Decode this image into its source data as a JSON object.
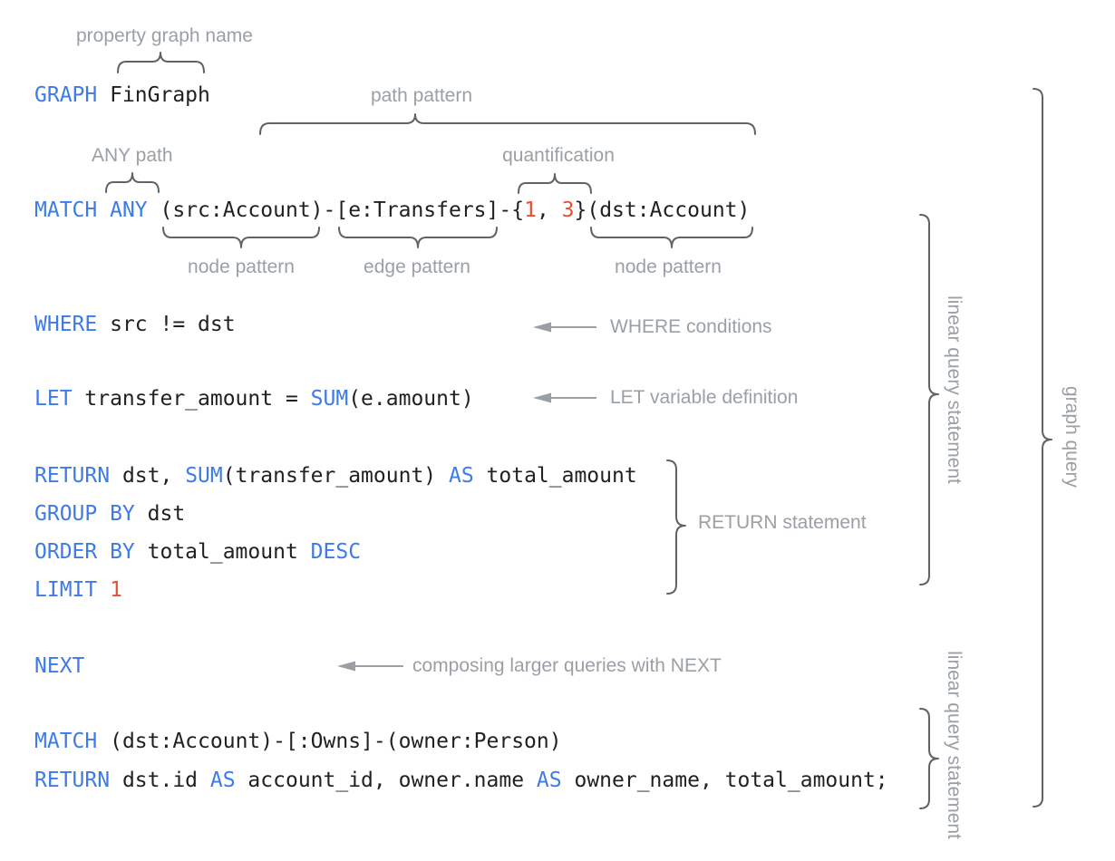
{
  "palette": {
    "keyword": "#3C7BE8",
    "code": "#202124",
    "number": "#E94F35",
    "label": "#9AA0A6",
    "brace": "#5F6368",
    "arrow": "#9AA0A6",
    "background": "#FFFFFF"
  },
  "code": {
    "graph_clause": [
      {
        "t": "GRAPH",
        "c": "kw"
      },
      {
        "t": " FinGraph",
        "c": "plain"
      }
    ],
    "match_path": [
      {
        "t": "MATCH",
        "c": "kw"
      },
      {
        "t": " ",
        "c": "plain"
      },
      {
        "t": "ANY",
        "c": "kw"
      },
      {
        "t": " (src:Account)-[e:Transfers]-{",
        "c": "plain"
      },
      {
        "t": "1",
        "c": "num"
      },
      {
        "t": ", ",
        "c": "plain"
      },
      {
        "t": "3",
        "c": "num"
      },
      {
        "t": "}(dst:Account)",
        "c": "plain"
      }
    ],
    "where": [
      {
        "t": "WHERE",
        "c": "kw"
      },
      {
        "t": " src != dst",
        "c": "plain"
      }
    ],
    "let": [
      {
        "t": "LET",
        "c": "kw"
      },
      {
        "t": " transfer_amount = ",
        "c": "plain"
      },
      {
        "t": "SUM",
        "c": "kw"
      },
      {
        "t": "(e.amount)",
        "c": "plain"
      }
    ],
    "return_agg": [
      {
        "t": "RETURN",
        "c": "kw"
      },
      {
        "t": " dst, ",
        "c": "plain"
      },
      {
        "t": "SUM",
        "c": "kw"
      },
      {
        "t": "(transfer_amount) ",
        "c": "plain"
      },
      {
        "t": "AS",
        "c": "kw"
      },
      {
        "t": " total_amount",
        "c": "plain"
      }
    ],
    "group_by": [
      {
        "t": "GROUP BY",
        "c": "kw"
      },
      {
        "t": " dst",
        "c": "plain"
      }
    ],
    "order_by": [
      {
        "t": "ORDER BY",
        "c": "kw"
      },
      {
        "t": " total_amount ",
        "c": "plain"
      },
      {
        "t": "DESC",
        "c": "kw"
      }
    ],
    "limit": [
      {
        "t": "LIMIT",
        "c": "kw"
      },
      {
        "t": " ",
        "c": "plain"
      },
      {
        "t": "1",
        "c": "num"
      }
    ],
    "next": [
      {
        "t": "NEXT",
        "c": "kw"
      }
    ],
    "match_owns": [
      {
        "t": "MATCH",
        "c": "kw"
      },
      {
        "t": " (dst:Account)-[:Owns]-(owner:Person)",
        "c": "plain"
      }
    ],
    "return_final": [
      {
        "t": "RETURN",
        "c": "kw"
      },
      {
        "t": " dst.id ",
        "c": "plain"
      },
      {
        "t": "AS",
        "c": "kw"
      },
      {
        "t": " account_id, owner.name ",
        "c": "plain"
      },
      {
        "t": "AS",
        "c": "kw"
      },
      {
        "t": " owner_name, total_amount;",
        "c": "plain"
      }
    ]
  },
  "annotations": {
    "property_graph_name": "property graph name",
    "path_pattern": "path pattern",
    "any_path": "ANY path",
    "quantification": "quantification",
    "node_pattern_left": "node pattern",
    "edge_pattern": "edge pattern",
    "node_pattern_right": "node pattern",
    "where_conditions": "WHERE conditions",
    "let_variable_definition": "LET variable definition",
    "return_statement": "RETURN statement",
    "composing_next": "composing larger queries with NEXT",
    "linear_query_statement_top": "linear query statement",
    "linear_query_statement_bottom": "linear query statement",
    "graph_query": "graph query"
  }
}
